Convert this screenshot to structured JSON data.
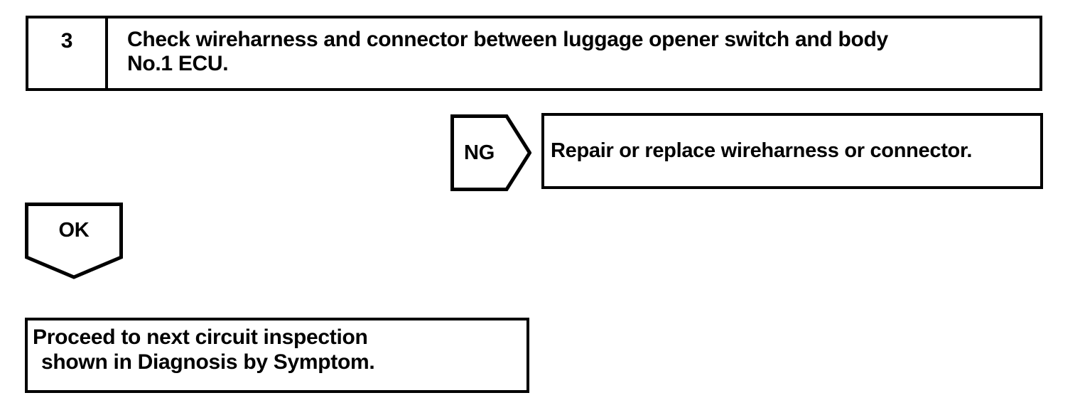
{
  "page": {
    "background_color": "#ffffff",
    "line_color": "#000000"
  },
  "flowchart": {
    "step_box": {
      "number": "3",
      "instruction_lines": [
        "Check wireharness and connector between luggage opener switch and body",
        "No.1 ECU."
      ]
    },
    "ng_branch": {
      "connector_label": "NG",
      "result": "Repair or replace wireharness or connector."
    },
    "ok_branch": {
      "connector_label": "OK",
      "result_lines": [
        "Proceed to next circuit inspection",
        "shown in Diagnosis by Symptom."
      ]
    }
  }
}
